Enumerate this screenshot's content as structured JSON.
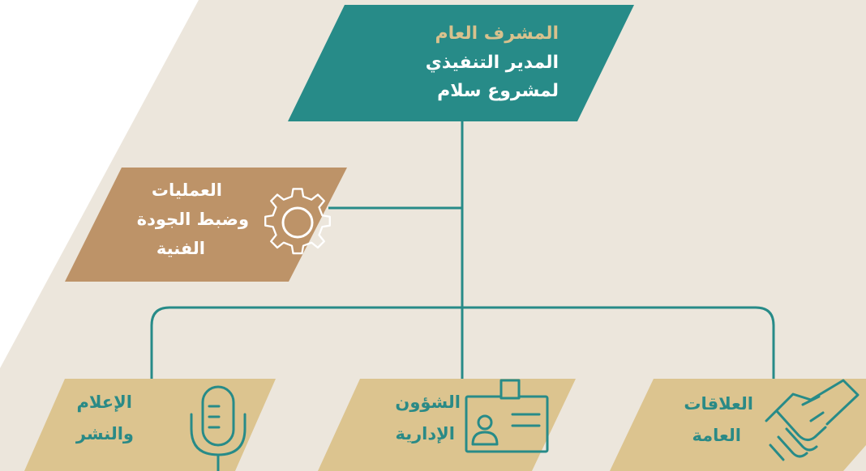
{
  "org_chart": {
    "top": {
      "supervisor_title": "المشرف العام",
      "director_line1": "المدير التنفيذي",
      "director_line2": "لمشروع سلام"
    },
    "operations": {
      "line1": "العمليات",
      "line2": "وضبط الجودة",
      "line3": "الفنية",
      "icon": "gear-icon"
    },
    "departments": [
      {
        "line1": "العلاقات",
        "line2": "العامة",
        "icon": "handshake-icon"
      },
      {
        "line1": "الشؤون",
        "line2": "الإدارية",
        "icon": "id-card-icon"
      },
      {
        "line1": "الإعلام",
        "line2": "والنشر",
        "icon": "microphone-icon"
      }
    ]
  },
  "colors": {
    "background": "#ece6dc",
    "teal": "#278b88",
    "brown": "#bd9368",
    "sand": "#dcc48f",
    "gold_text": "#d8c18d"
  }
}
